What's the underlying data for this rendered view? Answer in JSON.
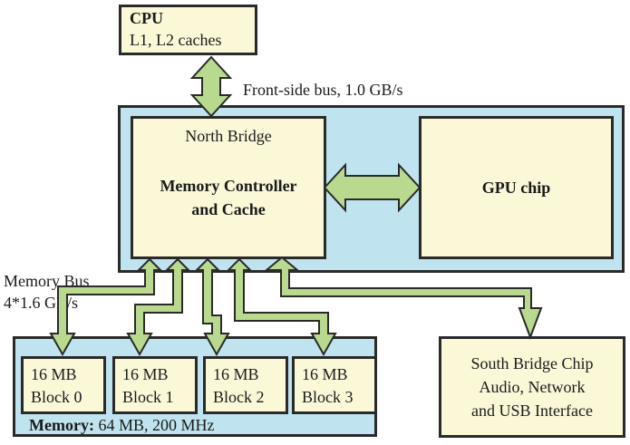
{
  "cpu": {
    "title": "CPU",
    "subtitle": "L1, L2 caches"
  },
  "fsb_label": "Front-side bus, 1.0 GB/s",
  "north_bridge": {
    "title": "North Bridge",
    "main_line1": "Memory Controller",
    "main_line2": "and Cache"
  },
  "gpu": {
    "label": "GPU chip"
  },
  "memory_bus": {
    "line1": "Memory Bus",
    "line2": "4*1.6 GB/s"
  },
  "memory": {
    "label_bold": "Memory:",
    "label_rest": " 64 MB, 200 MHz",
    "blocks": [
      {
        "size": "16 MB",
        "name": "Block 0"
      },
      {
        "size": "16 MB",
        "name": "Block 1"
      },
      {
        "size": "16 MB",
        "name": "Block 2"
      },
      {
        "size": "16 MB",
        "name": "Block 3"
      }
    ]
  },
  "south_bridge": {
    "line1": "South Bridge Chip",
    "line2": "Audio, Network",
    "line3": "and USB Interface"
  },
  "colors": {
    "box_fill": "#fbf8d8",
    "container_fill": "#bfe4f0",
    "arrow_fill": "#b8d98e",
    "outline": "#2a2a2a"
  }
}
